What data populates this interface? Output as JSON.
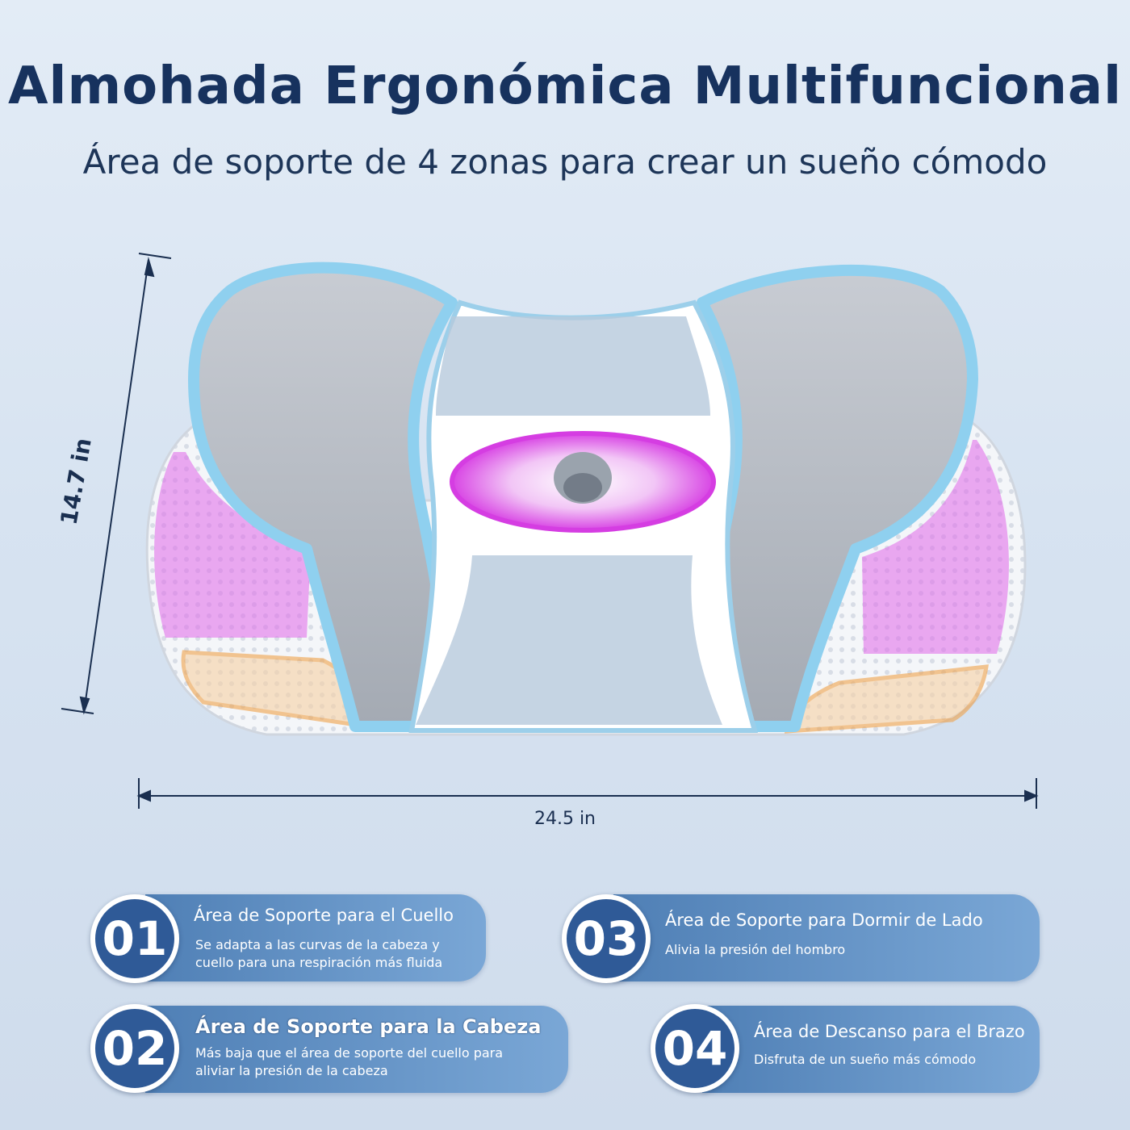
{
  "header": {
    "title": "Almohada Ergonómica Multifuncional",
    "subtitle": "Área de soporte de 4 zonas para crear un sueño cómodo"
  },
  "dimensions": {
    "width_label": "24.5 in",
    "height_label": "14.7 in"
  },
  "colors": {
    "title": "#17325e",
    "badge": "#2f5a97",
    "card": "#4f7fb5",
    "zone_neck": "#9fd3ee",
    "zone_side": "#e05ce8",
    "zone_arm": "#f0a24a"
  },
  "features": [
    {
      "number": "01",
      "title": "Área de Soporte para el Cuello",
      "description_line1": "Se adapta a las curvas de la cabeza y",
      "description_line2": "cuello para una respiración más fluida"
    },
    {
      "number": "02",
      "title": "Área de Soporte para la Cabeza",
      "description_line1": "Más baja que el área de soporte del cuello para",
      "description_line2": "aliviar la presión de la cabeza"
    },
    {
      "number": "03",
      "title": "Área de Soporte para Dormir de Lado",
      "description_line1": "Alivia la presión del hombro"
    },
    {
      "number": "04",
      "title": "Área de Descanso para el Brazo",
      "description_line1": "Disfruta de un sueño más cómodo"
    }
  ]
}
